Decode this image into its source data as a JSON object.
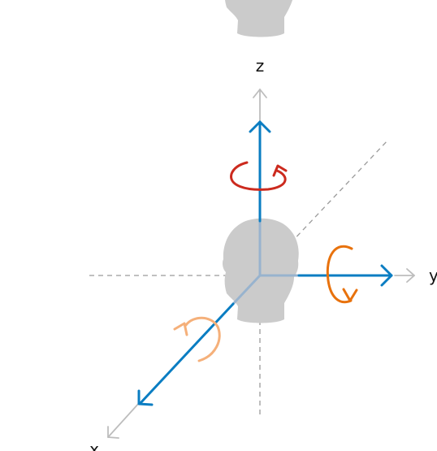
{
  "diagram": {
    "type": "3d-axes-head-rotation",
    "labels": {
      "z": "z",
      "y": "y",
      "x": "x"
    },
    "colors": {
      "head": "#cbcbcb",
      "axis_main": "#0a7dc2",
      "axis_extension": "#bdbdbd",
      "dashed_guides": "#9a9a9a",
      "rotation_z": "#cc2a1e",
      "rotation_y": "#e8720d",
      "rotation_x": "#f5b07a"
    },
    "icons": {
      "rotation_z": "yaw-rotation-arrow-icon",
      "rotation_y": "pitch-rotation-arrow-icon",
      "rotation_x": "roll-rotation-arrow-icon",
      "head": "head-silhouette-icon"
    }
  }
}
